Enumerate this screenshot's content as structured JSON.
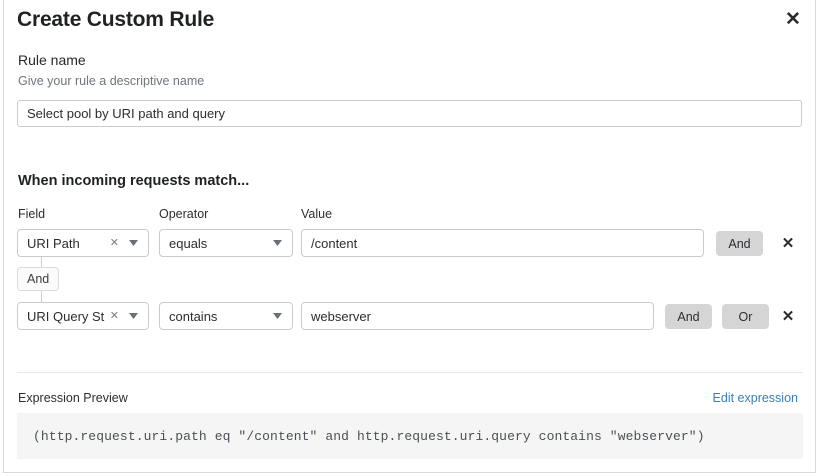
{
  "dialog": {
    "title": "Create Custom Rule",
    "close_icon": "close-icon"
  },
  "rule_name": {
    "label": "Rule name",
    "description": "Give your rule a descriptive name",
    "value": "Select pool by URI path and query",
    "placeholder": "Rule name"
  },
  "conditions": {
    "heading": "When incoming requests match...",
    "columns": {
      "field": "Field",
      "operator": "Operator",
      "value": "Value"
    },
    "connector": {
      "label": "And"
    },
    "rows": [
      {
        "field": "URI Path",
        "operator": "equals",
        "value": "/content",
        "clear_icon": "clear-x-icon",
        "caret_icon": "chevron-down-icon",
        "and_label": "And",
        "delete_icon": "delete-x-icon"
      },
      {
        "field": "URI Query St...",
        "operator": "contains",
        "value": "webserver",
        "clear_icon": "clear-x-icon",
        "caret_icon": "chevron-down-icon",
        "and_label": "And",
        "or_label": "Or",
        "delete_icon": "delete-x-icon"
      }
    ]
  },
  "expression": {
    "label": "Expression Preview",
    "edit_link": "Edit expression",
    "text": "(http.request.uri.path eq \"/content\" and http.request.uri.query contains \"webserver\")"
  },
  "colors": {
    "link": "#3b7fb5",
    "pill_bg": "#d5d5d5",
    "expr_bg": "#f5f5f5",
    "border": "#c8ccd0"
  }
}
